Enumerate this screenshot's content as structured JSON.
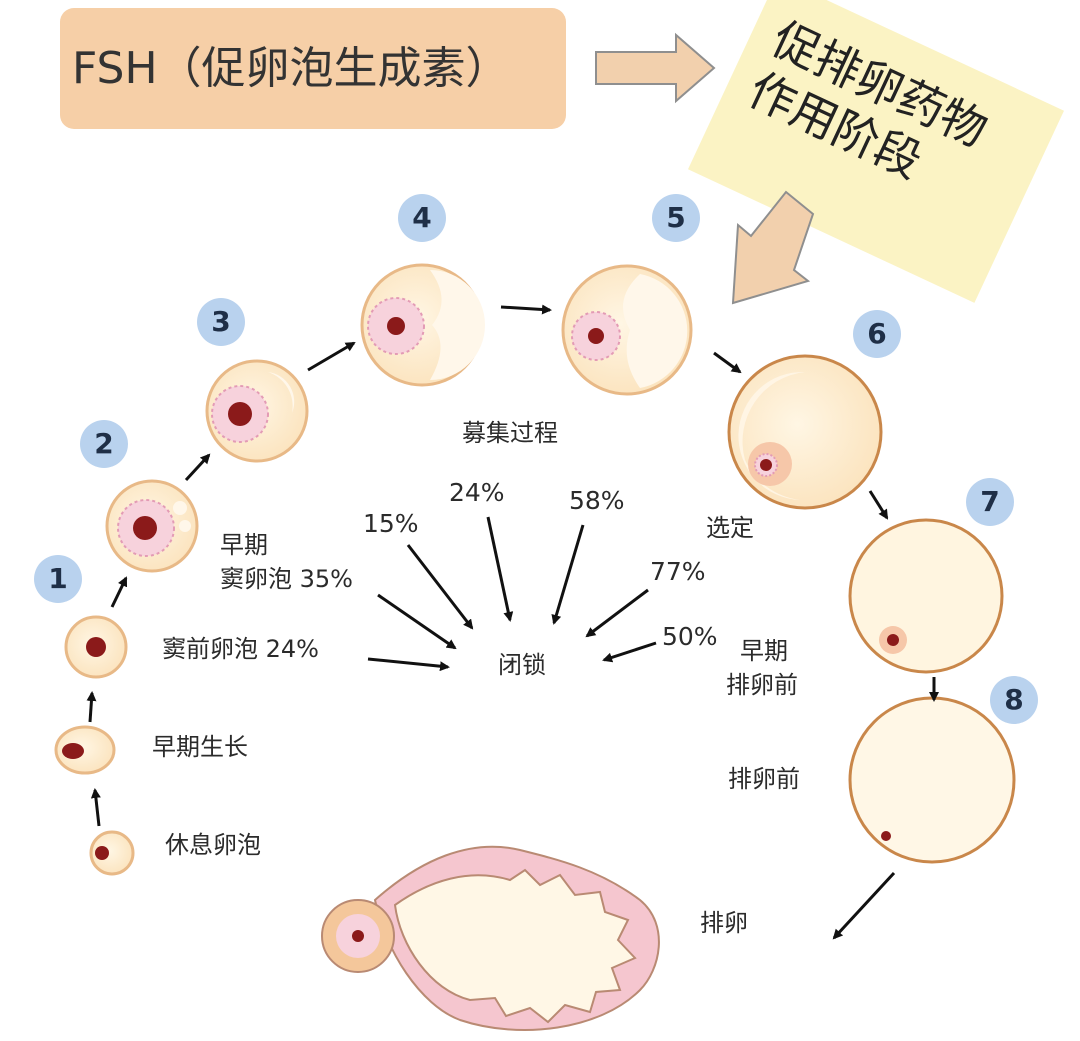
{
  "fsh_label": "FSH（促卵泡生成素）",
  "drug_note": {
    "line1": "促排卵药物",
    "line2": "作用阶段"
  },
  "stage_numbers": [
    "1",
    "2",
    "3",
    "4",
    "5",
    "6",
    "7",
    "8"
  ],
  "stage_labels": {
    "resting": "休息卵泡",
    "early_growth": "早期生长",
    "preantral": "窦前卵泡 24%",
    "early_antral_line1": "早期",
    "early_antral_line2": "窦卵泡 35%",
    "recruitment": "募集过程",
    "selection": "选定",
    "early_preovulatory_line1": "早期",
    "early_preovulatory_line2": "排卵前",
    "preovulatory": "排卵前",
    "ovulation": "排卵"
  },
  "atresia": {
    "label": "闭锁",
    "percent_left_1": "15%",
    "percent_left_2": "24%",
    "percent_right_1": "58%",
    "percent_right_2": "77%",
    "percent_right_3": "50%"
  },
  "colors": {
    "fsh_box": "#f6cfa7",
    "note_box": "#fbf3c4",
    "number_badge": "#b9d2ee",
    "follicle_fill": "#fdebc8",
    "follicle_edge": "#ecc49a",
    "oocyte_nucleus": "#8b1a1a",
    "granulosa": "#f2b9c9",
    "big_arrow_fill": "#f2d0ad"
  }
}
